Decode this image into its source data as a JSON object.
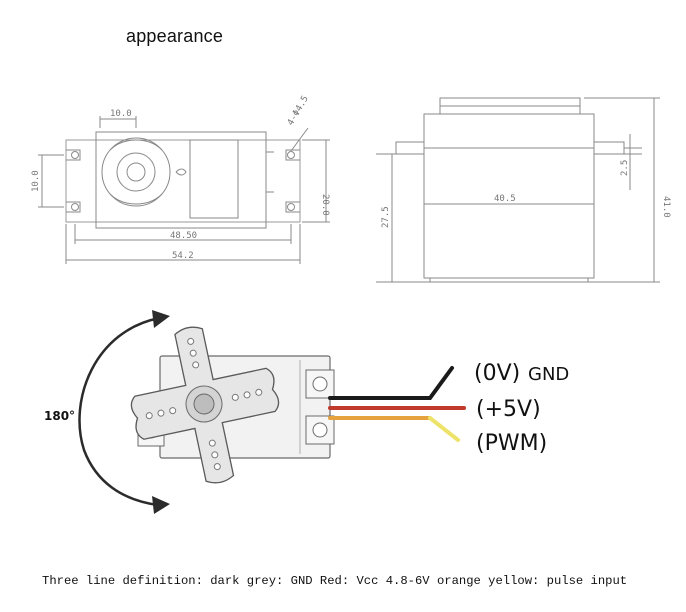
{
  "title": "appearance",
  "colors": {
    "line": "#8a8a8a",
    "fill_light": "#f4f4f4",
    "arrow": "#2b2b2b",
    "wire_gnd": "#1a1a1a",
    "wire_vcc": "#c0392b",
    "wire_signal": "#e6a23c",
    "wire_signal_end": "#eee36a"
  },
  "top_view": {
    "dim_top": "10.0",
    "dim_hole": "4-Φ4.5",
    "dim_left": "10.0",
    "dim_right": "20.0",
    "dim_inner_width": "48.50",
    "dim_total_width": "54.2"
  },
  "side_view": {
    "dim_width": "40.5",
    "dim_mount_height": "27.5",
    "dim_tab": "2.5",
    "dim_total_height": "41.0"
  },
  "rotation": {
    "angle_label": "180°"
  },
  "wires": {
    "gnd_label_main": "(0V)",
    "gnd_label_sub": "GND",
    "vcc_label": "(+5V)",
    "signal_label": "(PWM)"
  },
  "caption": "Three line definition: dark grey: GND Red: Vcc 4.8-6V orange yellow: pulse input"
}
